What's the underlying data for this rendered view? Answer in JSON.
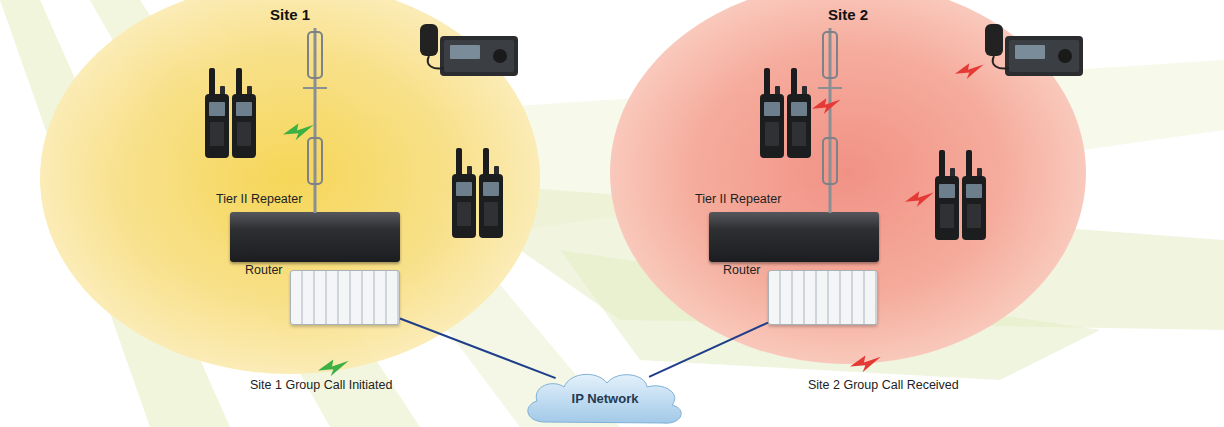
{
  "diagram": {
    "nodes": [
      {
        "text": [
          "Site 1"
        ]
      },
      {
        "text": [
          "Tier II Repeater"
        ],
        "in": 0
      },
      {
        "text": [
          "Router"
        ],
        "in": 0
      },
      {
        "text": [
          "IP Network"
        ]
      },
      {
        "text": [
          "Site 2"
        ]
      },
      {
        "text": [
          "Tier II Repeater"
        ],
        "in": 4
      },
      {
        "text": [
          "Router"
        ],
        "in": 4
      }
    ],
    "edges": [
      {
        "from": 2,
        "to": 3,
        "arrow": "none"
      },
      {
        "from": 3,
        "to": 6,
        "arrow": "none"
      }
    ],
    "legend": [
      {
        "text": "Site 1 Group Call Initiated"
      },
      {
        "text": "Site 2 Group Call Received"
      }
    ]
  }
}
